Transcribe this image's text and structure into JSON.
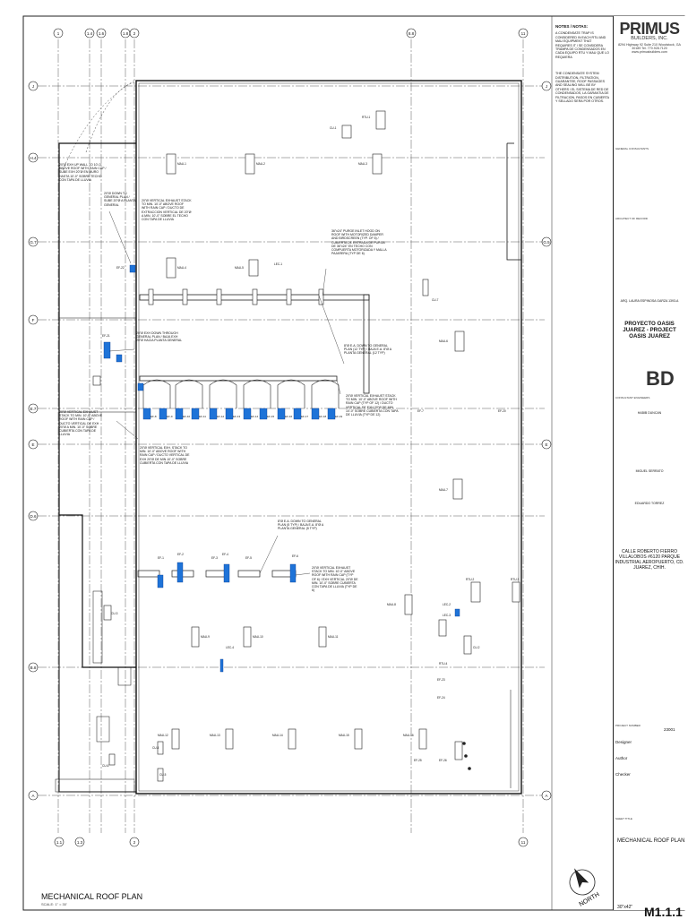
{
  "grid_top": [
    "1",
    "1.4",
    "1.6",
    "1.8",
    "2",
    "8.8",
    "11"
  ],
  "grid_bottom": [
    "1.1",
    "1.3",
    "2",
    "11"
  ],
  "grid_left": [
    "J",
    "H.4",
    "G.7",
    "F",
    "E.7",
    "E",
    "D.6",
    "B.8",
    "A"
  ],
  "grid_right": [
    "J",
    "G.5",
    "E",
    "A"
  ],
  "notes": {
    "title": "NOTES / NOTAS:",
    "n1": "A CONDENSATE TRAP IS CONSIDERED IN EACH RTU AND MAU EQUIPMENT THAT REQUIRES IT / SE CONSIDERA TRAMPA DE CONDENSADOS EN CADA EQUIPO RTU Y MAU QUE LO REQUIERA",
    "n2": "THE CONDENSATE SYSTEM DISTRIBUTION, FILTRATION, GUARANTEE, ROOF PASSAGES AND SEALING WILL BE BY OTHERS / EL SISTEMA DE RED DE CONDENSADOS, LA GARANTIA DE FILTRACION, PASOS EN CUBIERTA Y SELLADO SERA POR OTROS."
  },
  "titleblock": {
    "company": "PRIMUS",
    "company_sub": "BUILDERS, INC.",
    "company_addr": "8294 Highway 92 Suite 210 Woodstock, GA 30189 Tel. 770.928.7120 www.primusbuilders.com",
    "arch_caption": "ARQ. LAURA ESPINOSA GARZA 1393-A",
    "project": "PROYECTO OASIS JUAREZ - PROJECT OASIS JUAREZ",
    "client_logo": "BD",
    "person1": "HABIB DUNCAN",
    "person2": "MIGUEL SERRATO",
    "person3": "EDUARDO TORREZ",
    "address": "CALLE ROBERTO FIERRO VILLALOBOS #6120 PARQUE INDUSTRIAL AEROPUERTO, CD. JUAREZ, CHIH.",
    "project_no": "23001",
    "designer": "Designer",
    "author": "Author",
    "checker": "Checker",
    "sheet_title": "MECHANICAL ROOF PLAN",
    "scale": "30\"x42\"",
    "sheet_number": "M1.1.1",
    "hdr_notes": "GENERAL CONSULTANTS",
    "hdr_arch": "ARCHITECT OF RECORD",
    "hdr_eng": "CONSULTANT ENGINEERS",
    "hdr_proj": "PROJECT NUMBER",
    "hdr_sheet": "SHEET TITLE"
  },
  "plan_title": "MECHANICAL ROOF PLAN",
  "plan_scale": "SCALE: 1\" = 30'",
  "north": "NORTH",
  "callouts": {
    "c1": "20\"Ø EXH UP WALL TO 10'-0\" ABOVE ROOF WITH RAIN CAP / SUBE EXH 20\"Ø EN MURO HASTA 10'-0\" SOBRE TECHO CON TAPA DE LLUVIA",
    "c2": "20\"Ø DOWN TO GENERAL PLAN / SUBE 20\"Ø A PLANTA GENERAL",
    "c3": "20\"Ø VERTICAL EXHAUST STACK TO MIN. 10'-0\" ABOVE ROOF WITH RAIN CAP / DUCTO DE EXTRACCION VERTICAL DE 20\"Ø A MIN. 10'-0\" SOBRE EL TECHO CON TAPA DE LLUVIA",
    "c4": "36\"x24\" PURGE INLET HOOD ON ROOF WITH MOTORIZED DAMPER AND BIRDSCREEN (TYP. OF 6) / CUBIERTA DE ENTRADA DE PURGA DE 36\"x24\" EN TECHO CON COMPUERTA MOTORIZADA Y MALLA PAJARERA (TYP DE 6)",
    "c5": "20\"Ø EXH DOWN THROUGH GENERAL PLAN / BAJA EXH 20\"Ø HACIA PLANTA GENERAL",
    "c6": "8\"Ø E.A. DOWN TO GENERAL PLAN (12 TYP) / BAJA E.A. 8\"Ø A PLANTA GENERAL (12 TYP)",
    "c7": "20\"Ø VERTICAL EXHAUST STACK TO MIN. 10'-0\" ABOVE ROOF WITH RAIN CAP (TYP OF 12) / DUCTO VERTICAL DE EXH 20\"Ø DE MIN 10'-0\" SOBRE CUBIERTA CON TAPA DE LLUVIA (TYP DE 12)",
    "c8": "20\"Ø VERTICAL EXHAUST STACK TO MIN. 10'-0\" ABOVE ROOF WITH RAIN CAP / DUCTO VERTICAL DE EXH 20\"Ø A MIN. 10'-0\" SOBRE CUBIERTA CON TAPA DE LLUVIA",
    "c9": "20\"Ø VERTICAL EXH. STACK TO MIN. 10'-0\" ABOVE ROOF WITH RAIN CAP / DUCTO VERTICAL DE EXH 20\"Ø DE MIN 10'-0\" SOBRE CUBIERTA CON TAPA DE LLUVIA",
    "c10": "8\"Ø E.A. DOWN TO GENERAL PLAN (5 TYP) / BAJA E.A. 8\"Ø A PLANTA GENERAL (5 TYP)",
    "c11": "20\"Ø VERTICAL EXHAUST STACK TO MIN. 10'-0\" ABOVE ROOF WITH RAIN CAP (TYP OF 6) / EXH VERTICAL 20\"Ø DE MIN. 10'-0\" SOBRE CUBIERTA CON TAPA DE LLUVIA (TYP DE 6)"
  },
  "tags": {
    "rtu1": "RTU-1",
    "rtu2": "RTU-2",
    "rtu3": "RTU-3",
    "rtu4": "RTU-4",
    "cu1": "CU-1",
    "cu2": "CU-2",
    "cu3": "CU-3",
    "cu4": "CU-4",
    "cu5": "CU-5",
    "cu6": "CU-6",
    "cu7": "CU-7",
    "mau1": "MAU-1",
    "mau2": "MAU-2",
    "mau3": "MAU-3",
    "mau4": "MAU-4",
    "mau5": "MAU-5",
    "mau6": "MAU-6",
    "mau7": "MAU-7",
    "mau8": "MAU-8",
    "mau9": "MAU-9",
    "mau10": "MAU-10",
    "mau11": "MAU-11",
    "mau12": "MAU-12",
    "mau13": "MAU-13",
    "mau14": "MAU-14",
    "mau15": "MAU-15",
    "mau16": "MAU-16",
    "ef1": "EF-1",
    "ef2": "EF-2",
    "ef3": "EF-3",
    "ef4": "EF-4",
    "ef5": "EF-5",
    "ef6": "EF-6",
    "ef7": "EF-7",
    "ef21": "EF-21",
    "ef22": "EF-22",
    "ef23": "EF-23",
    "ef24": "EF-24",
    "ef25": "EF-25",
    "ef26": "EF-26",
    "lec1": "LEC-1",
    "lec2": "LEC-2",
    "lec3": "LEC-3",
    "lec4": "LEC-4",
    "ef8": "EF-8",
    "ef9": "EF-9",
    "ef10": "EF-10",
    "ef11": "EF-11",
    "ef12": "EF-12",
    "ef13": "EF-13",
    "ef14": "EF-14",
    "ef15": "EF-15",
    "ef16": "EF-16",
    "ef17": "EF-17",
    "ef18": "EF-18",
    "ef19": "EF-19",
    "ef20": "EF-20"
  }
}
